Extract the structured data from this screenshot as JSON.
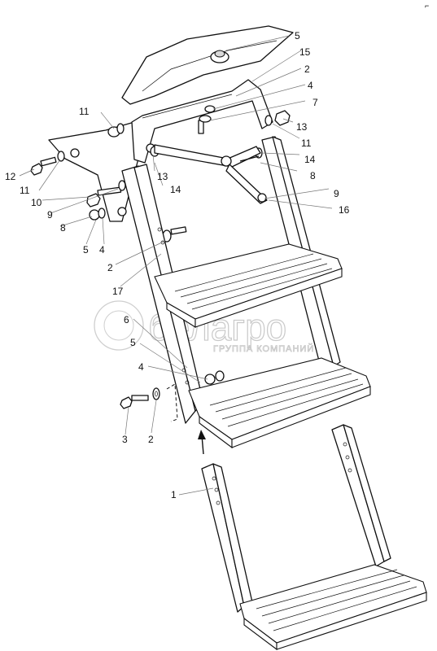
{
  "watermark": {
    "brand": "белагро",
    "tagline": "ГРУППА КОМПАНИЙ"
  },
  "corner_mark": "⌐",
  "labels": {
    "l5a": "5",
    "l15": "15",
    "l2a": "2",
    "l4a": "4",
    "l7": "7",
    "l13a": "13",
    "l11a": "11",
    "l14a": "14",
    "l8a": "8",
    "l9a": "9",
    "l16": "16",
    "l11b": "11",
    "l13b": "13",
    "l14b": "14",
    "l12": "12",
    "l11c": "11",
    "l10": "10",
    "l9b": "9",
    "l8b": "8",
    "l5b": "5",
    "l4b": "4",
    "l2b": "2",
    "l17": "17",
    "l6": "6",
    "l5c": "5",
    "l4c": "4",
    "l3": "3",
    "l2c": "2",
    "l1": "1"
  }
}
